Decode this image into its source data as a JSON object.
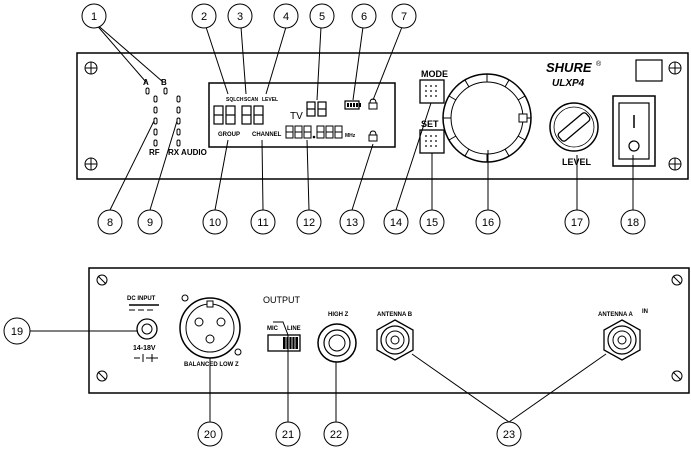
{
  "callouts": [
    "1",
    "2",
    "3",
    "4",
    "5",
    "6",
    "7",
    "8",
    "9",
    "10",
    "11",
    "12",
    "13",
    "14",
    "15",
    "16",
    "17",
    "18",
    "19",
    "20",
    "21",
    "22",
    "23"
  ],
  "front": {
    "brand": "SHURE",
    "registered_mark": "®",
    "model": "ULXP4",
    "led_labels": {
      "a": "A",
      "b": "B",
      "rf": "RF",
      "rx_audio": "RX AUDIO"
    },
    "display": {
      "squelch": "SQLCH",
      "scan": "SCAN",
      "level": "LEVEL",
      "group": "GROUP",
      "channel": "CHANNEL",
      "tv": "TV",
      "mhz": "MHz"
    },
    "mode_label": "MODE",
    "set_label": "SET",
    "level_knob_label": "LEVEL"
  },
  "rear": {
    "dc_input": "DC INPUT",
    "voltage": "14-18V",
    "output": "OUTPUT",
    "mic": "MIC",
    "line": "LINE",
    "balanced": "BALANCED LOW Z",
    "high_z": "HIGH Z",
    "antenna_b": "ANTENNA B",
    "antenna_a": "ANTENNA A",
    "antenna_a_in": "IN"
  }
}
